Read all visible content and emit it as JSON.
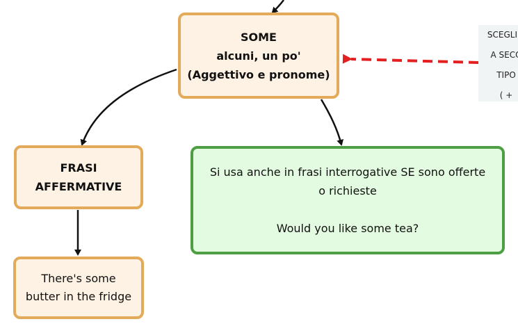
{
  "nodes": {
    "some": {
      "title": "SOME",
      "meaning": "alcuni, un po'",
      "type": "(Aggettivo e pronome)"
    },
    "frasi": {
      "line1": "FRASI",
      "line2": "AFFERMATIVE"
    },
    "butter": {
      "line1": "There's some",
      "line2": "butter in the fridge"
    },
    "interrogative": {
      "line1": "Si usa anche in frasi interrogative SE sono offerte",
      "line2": "o richieste",
      "example": "Would you like some tea?"
    },
    "side_note": {
      "lines": [
        "SCEGLI T",
        "A SECO",
        "TIPO",
        "( +"
      ]
    }
  },
  "colors": {
    "orange_fill": "#fdf2e4",
    "orange_border": "#e3aa5a",
    "green_fill": "#e3fbe0",
    "green_border": "#4e9e44",
    "red_dashed": "#e41f1f"
  }
}
